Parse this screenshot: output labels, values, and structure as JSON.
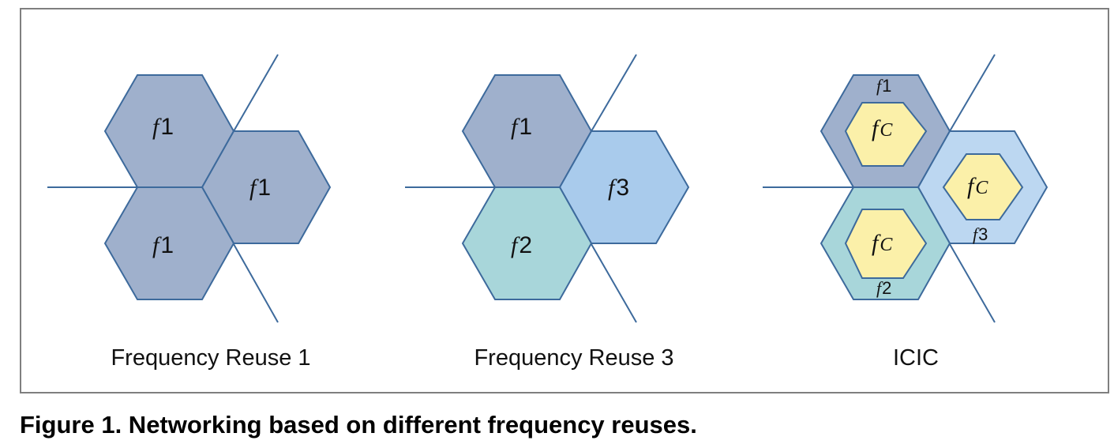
{
  "diagrams": [
    {
      "caption": "Frequency Reuse 1",
      "cells": [
        {
          "prefix": "f",
          "suffix": "1"
        },
        {
          "prefix": "f",
          "suffix": "1"
        },
        {
          "prefix": "f",
          "suffix": "1"
        }
      ]
    },
    {
      "caption": "Frequency Reuse 3",
      "cells": [
        {
          "prefix": "f",
          "suffix": "1"
        },
        {
          "prefix": "f",
          "suffix": "3"
        },
        {
          "prefix": "f",
          "suffix": "2"
        }
      ]
    },
    {
      "caption": "ICIC",
      "cells": [
        {
          "outer_prefix": "f",
          "outer_suffix": "1",
          "inner_prefix": "f",
          "inner_suffix": "C"
        },
        {
          "outer_prefix": "f",
          "outer_suffix": "3",
          "inner_prefix": "f",
          "inner_suffix": "C"
        },
        {
          "outer_prefix": "f",
          "outer_suffix": "2",
          "inner_prefix": "f",
          "inner_suffix": "C"
        }
      ]
    }
  ],
  "figure_caption": "Figure 1. Networking based on different frequency reuses.",
  "colors": {
    "cell_f1": "#9fb0cc",
    "cell_f2": "#a8d6da",
    "cell_f3": "#a9cbec",
    "cell_center": "#fbf0a9",
    "stroke": "#3d6a9c",
    "frame": "#7f7f7f"
  }
}
